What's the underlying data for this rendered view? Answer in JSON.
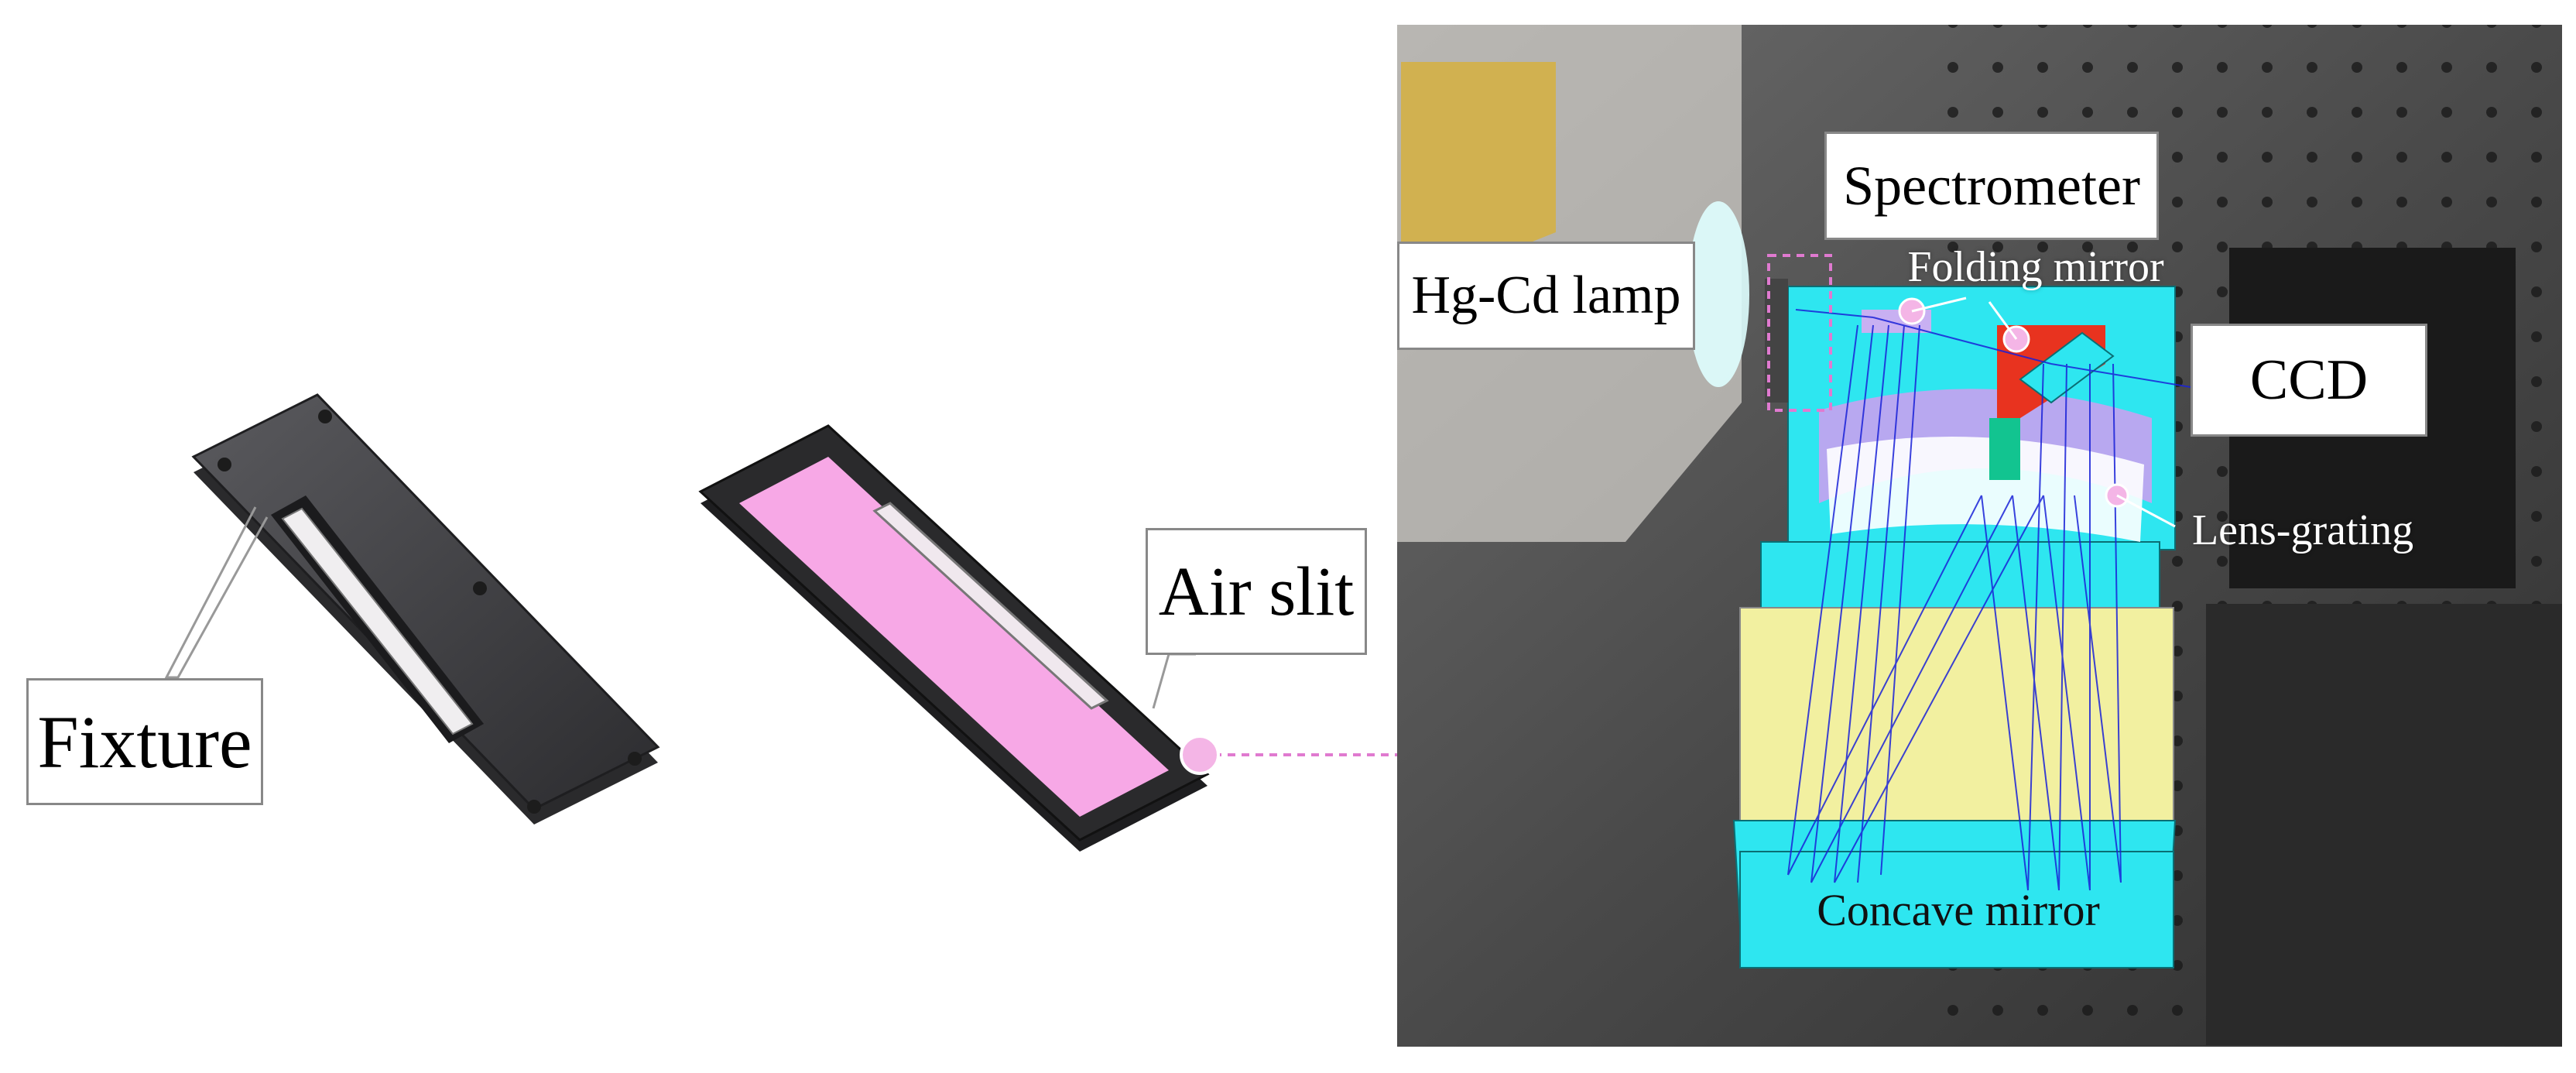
{
  "labels": {
    "fixture": "Fixture",
    "air_slit": "Air slit",
    "spectrometer": "Spectrometer",
    "hg_cd_lamp": "Hg-Cd lamp",
    "folding_mirror": "Folding mirror",
    "ccd": "CCD",
    "lens_grating": "Lens-grating",
    "concave_mirror": "Concave mirror"
  },
  "colors": {
    "fixture_body": "#3f3f42",
    "air_slit_pink": "#f7a8e6",
    "marker_pink": "#f4b5e6",
    "connector_pink": "#e07ad0",
    "spectrometer_cyan": "#2ee6f0",
    "lens_grating_purple": "#b8a8f0",
    "folding_mirror_red": "#e8331f",
    "yellow_housing": "#f2f0a0",
    "green_block": "#12c490",
    "ray_blue": "#1a22d8"
  }
}
